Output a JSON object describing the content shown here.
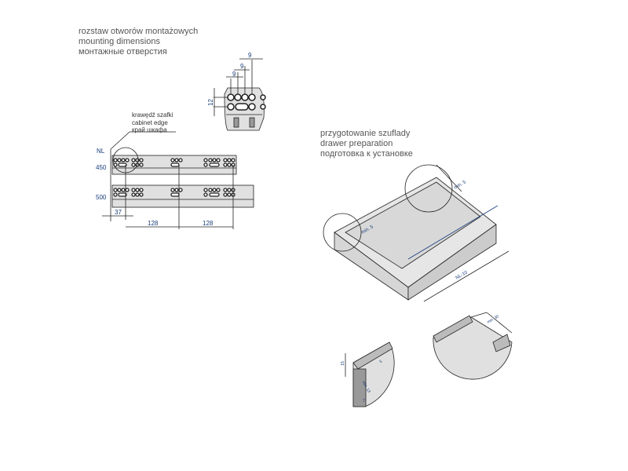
{
  "mounting": {
    "title_pl": "rozstaw otworów montażowych",
    "title_en": "mounting dimensions",
    "title_ru": "монтажные отверстия",
    "edge_pl": "krawędź szafki",
    "edge_en": "cabinet edge",
    "edge_ru": "край шкафа",
    "nl": "NL",
    "len_450": "450",
    "len_500": "500",
    "dim_37": "37",
    "dim_128_a": "128",
    "dim_128_b": "128",
    "dim_9_a": "9",
    "dim_9_b": "9",
    "dim_9_c": "9",
    "dim_12": "12"
  },
  "drawer": {
    "title_pl": "przygotowanie szuflady",
    "title_en": "drawer preparation",
    "title_ru": "подготовка к установке",
    "dim_min_top": "min. 5",
    "dim_min_left": "min. 5",
    "dim_nl": "NL-10",
    "detail_a": "15",
    "detail_b": "5",
    "detail_c": "min. 13",
    "detail_d": "7",
    "detail_e": "min. 30"
  },
  "colors": {
    "line": "#222222",
    "fill": "#e0e0e0",
    "dim": "#1a3d7a"
  }
}
